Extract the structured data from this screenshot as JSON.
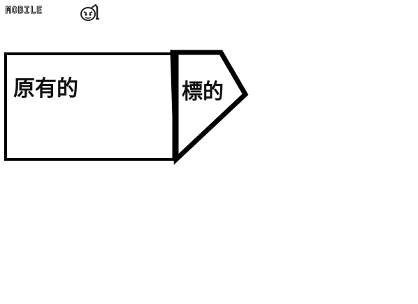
{
  "watermark": {
    "text": "MOBILE",
    "mark_icon": "robot-face-logo-icon"
  },
  "diagram": {
    "nodes": {
      "original": {
        "label": "原有的",
        "shape": "rectangle"
      },
      "target": {
        "label": "標的",
        "shape": "pentagon-arrow"
      }
    },
    "stroke_color": "#000000",
    "fill_color": "#ffffff"
  }
}
